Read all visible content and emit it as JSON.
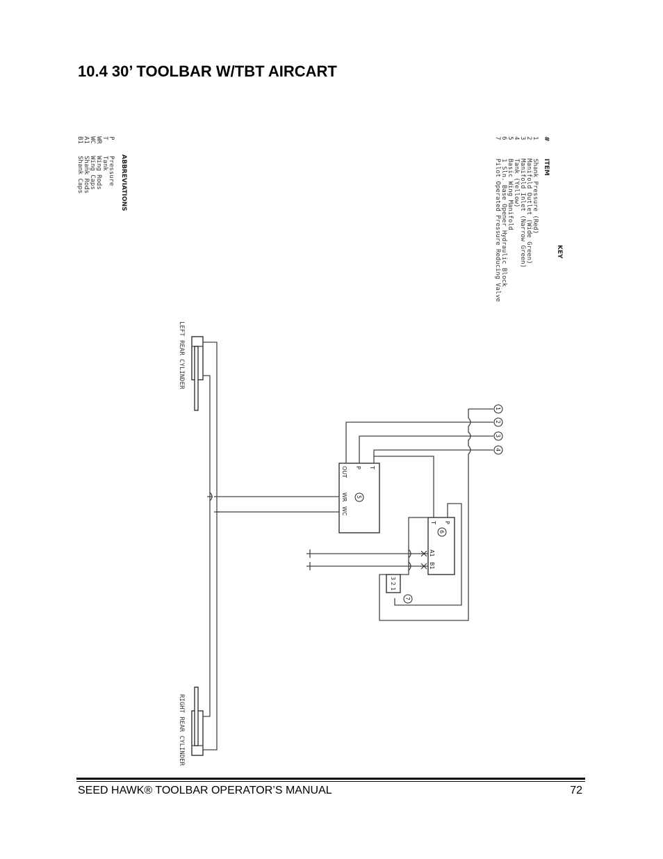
{
  "title": "10.4  30’ TOOLBAR W/TBT AIRCART",
  "footer": {
    "left": "SEED HAWK® TOOLBAR OPERATOR’S MANUAL",
    "page": "72"
  },
  "key": {
    "heading": "KEY",
    "col_num": "#",
    "col_item": "ITEM",
    "items": [
      {
        "num": "1",
        "text": "Shank Pressure (Red)"
      },
      {
        "num": "2",
        "text": "Manifold Outlet (Wide Green)"
      },
      {
        "num": "3",
        "text": "Manifold Inlet (Narrow Green)"
      },
      {
        "num": "4",
        "text": "Tank (Yellow)"
      },
      {
        "num": "5",
        "text": "Basic Wing Manifold"
      },
      {
        "num": "6",
        "text": "1 Sln. Base Opener Hydraulic Block"
      },
      {
        "num": "7",
        "text": "Pilot Operated Pressure Reducing Valve"
      }
    ]
  },
  "abbreviations": {
    "heading": "ABBREVIATIONS",
    "items": [
      {
        "abbr": "P",
        "text": "Pressure"
      },
      {
        "abbr": "T",
        "text": "Tank"
      },
      {
        "abbr": "WR",
        "text": "Wing Rods"
      },
      {
        "abbr": "WC",
        "text": "Wing Caps"
      },
      {
        "abbr": "A1",
        "text": "Shank Rods"
      },
      {
        "abbr": "B1",
        "text": "Shank Caps"
      }
    ]
  },
  "schematic": {
    "left_cylinder": "LEFT REAR CYLINDER",
    "right_cylinder": "RIGHT REAR CYLINDER",
    "ports": [
      "1",
      "2",
      "3",
      "4"
    ],
    "manifold": {
      "num": "5",
      "t": "T",
      "p": "P",
      "out": "OUT",
      "wr": "WR",
      "wc": "WC"
    },
    "block": {
      "num": "6",
      "p": "P",
      "t": "T",
      "a1": "A1",
      "b1": "B1"
    },
    "valve": {
      "num": "7",
      "ports": "3 2 1"
    }
  }
}
